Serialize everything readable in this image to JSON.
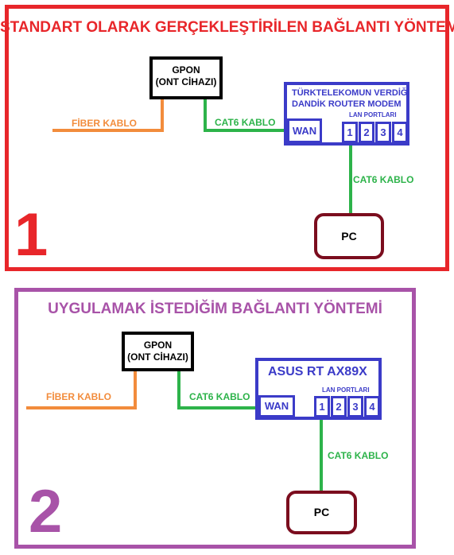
{
  "colors": {
    "panel1_border": "#e8262a",
    "panel2_border": "#a853a8",
    "fiber": "#f28c3c",
    "cat6": "#2db34a",
    "router": "#3b3bc8",
    "pc_border": "#7b0d1e"
  },
  "panel1": {
    "title": "STANDART OLARAK GERÇEKLEŞTİRİLEN BAĞLANTI YÖNTEMİ",
    "number": "1",
    "gpon_line1": "GPON",
    "gpon_line2": "(ONT CİHAZI)",
    "fiber_label": "FİBER KABLO",
    "cat6_label_a": "CAT6 KABLO",
    "cat6_label_b": "CAT6 KABLO",
    "router_line1": "TÜRKTELEKOMUN VERDİĞİ",
    "router_line2": "DANDİK ROUTER MODEM",
    "lan_label": "LAN PORTLARI",
    "wan": "WAN",
    "ports": [
      "1",
      "2",
      "3",
      "4"
    ],
    "pc": "PC"
  },
  "panel2": {
    "title": "UYGULAMAK İSTEDİĞİM BAĞLANTI YÖNTEMİ",
    "number": "2",
    "gpon_line1": "GPON",
    "gpon_line2": "(ONT CİHAZI)",
    "fiber_label": "FİBER KABLO",
    "cat6_label_a": "CAT6 KABLO",
    "cat6_label_b": "CAT6 KABLO",
    "router_line1": "ASUS RT AX89X",
    "lan_label": "LAN PORTLARI",
    "wan": "WAN",
    "ports": [
      "1",
      "2",
      "3",
      "4"
    ],
    "pc": "PC"
  }
}
